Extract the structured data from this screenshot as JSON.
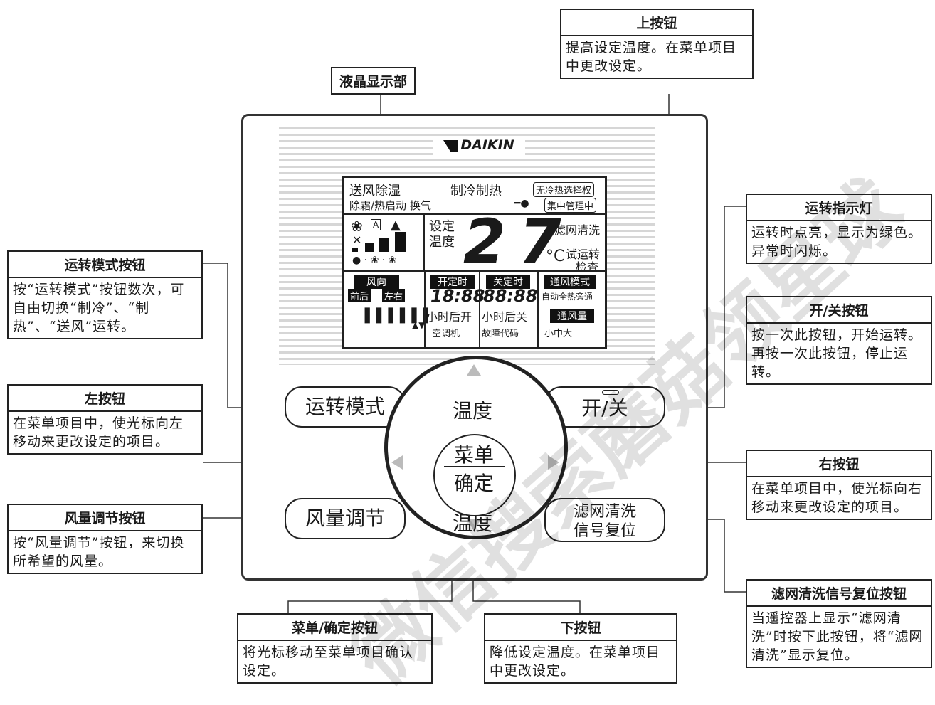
{
  "labels": {
    "lcd_label": "液晶显示部"
  },
  "callouts": {
    "up": {
      "title": "上按钮",
      "body": "提高设定温度。在菜单项目中更改设定。"
    },
    "mode": {
      "title": "运转模式按钮",
      "body": "按“运转模式”按钮数次，可自由切换“制冷”、“制热”、“送风”运转。"
    },
    "left": {
      "title": "左按钮",
      "body": "在菜单项目中，使光标向左移动来更改设定的项目。"
    },
    "fan": {
      "title": "风量调节按钮",
      "body": "按“风量调节”按钮，来切换所希望的风量。"
    },
    "lamp": {
      "title": "运转指示灯",
      "body": "运转时点亮，显示为绿色。异常时闪烁。"
    },
    "onoff": {
      "title": "开/关按钮",
      "body": "按一次此按钮，开始运转。再按一次此按钮，停止运转。"
    },
    "right": {
      "title": "右按钮",
      "body": "在菜单项目中，使光标向右移动来更改设定的项目。"
    },
    "filter": {
      "title": "滤网清洗信号复位按钮",
      "body": "当遥控器上显示“滤网清洗”时按下此按钮，将“滤网清洗”显示复位。"
    },
    "menu": {
      "title": "菜单/确定按钮",
      "body": "将光标移动至菜单项目确认设定。"
    },
    "down": {
      "title": "下按钮",
      "body": "降低设定温度。在菜单项目中更改设定。"
    }
  },
  "device": {
    "brand": "DAIKIN",
    "lcd": {
      "mode_fan_dry": "送风除湿",
      "mode_cool_heat": "制冷制热",
      "no_priority": "无冷热选择权",
      "defrost": "除霜/热启动 换气",
      "central": "集中管理中",
      "set": "设定",
      "temp_word": "温度",
      "temp_value": "27",
      "unit": "°C",
      "filter_clean": "滤网清洗",
      "test_run": "试运转",
      "inspect": "检查",
      "air_dir": "风向",
      "front_back": "前后",
      "left_right": "左右",
      "on_timer": "开定时",
      "off_timer": "关定时",
      "on_clock": "18:88",
      "off_clock": "88:88",
      "on_after": "小时后开",
      "off_after": "小时后关",
      "ac_unit": "空调机",
      "fault_code": "故障代码",
      "vent_mode": "通风模式",
      "vent_opts": "自动全热旁通",
      "vent_vol": "通风量",
      "vent_levels": "小中大"
    },
    "buttons": {
      "mode": "运转模式",
      "fan": "风量调节",
      "onoff": "开/关",
      "filter_line1": "滤网清洗",
      "filter_line2": "信号复位",
      "temp_up": "温度",
      "temp_down": "温度",
      "menu": "菜单",
      "confirm": "确定"
    }
  },
  "watermark": "微信搜索蘑菇领星球"
}
